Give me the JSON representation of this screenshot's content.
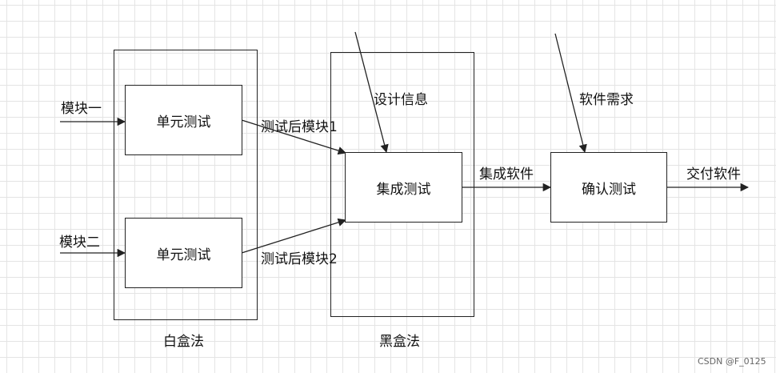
{
  "nodes": {
    "unit_test_1": "单元测试",
    "unit_test_2": "单元测试",
    "integration_test": "集成测试",
    "acceptance_test": "确认测试"
  },
  "groups": {
    "white_box": "白盒法",
    "black_box": "黑盒法"
  },
  "edge_labels": {
    "module_1": "模块一",
    "module_2": "模块二",
    "tested_module_1": "测试后模块1",
    "tested_module_2": "测试后模块2",
    "design_info": "设计信息",
    "integrated_software": "集成软件",
    "software_requirements": "软件需求",
    "delivered_software": "交付软件"
  },
  "watermark": "CSDN @F_0125",
  "colors": {
    "stroke": "#222222",
    "grid": "#e4e4e4"
  }
}
